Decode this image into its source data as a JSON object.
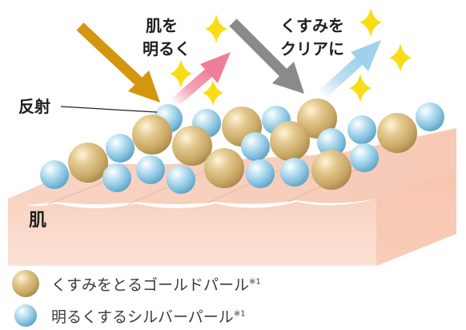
{
  "labels": {
    "skin": "肌",
    "reflection": "反射",
    "brighten": [
      "肌を",
      "明るく"
    ],
    "clear": [
      "くすみを",
      "クリアに"
    ]
  },
  "legend": [
    {
      "text": "くすみをとるゴールドパール",
      "note": "※1",
      "icon": "gold-pearl"
    },
    {
      "text": "明るくするシルバーパール",
      "note": "※1",
      "icon": "silver-pearl"
    }
  ],
  "colors": {
    "gold_arrow": "#d4950f",
    "gray_arrow": "#8a8a8a",
    "pink_arrow": "#ef7f96",
    "blue_arrow": "#8fcbe6",
    "sparkle": "#f7dd16",
    "skin_top": "#f8d6c7",
    "skin_side": "#f4c6b0"
  }
}
